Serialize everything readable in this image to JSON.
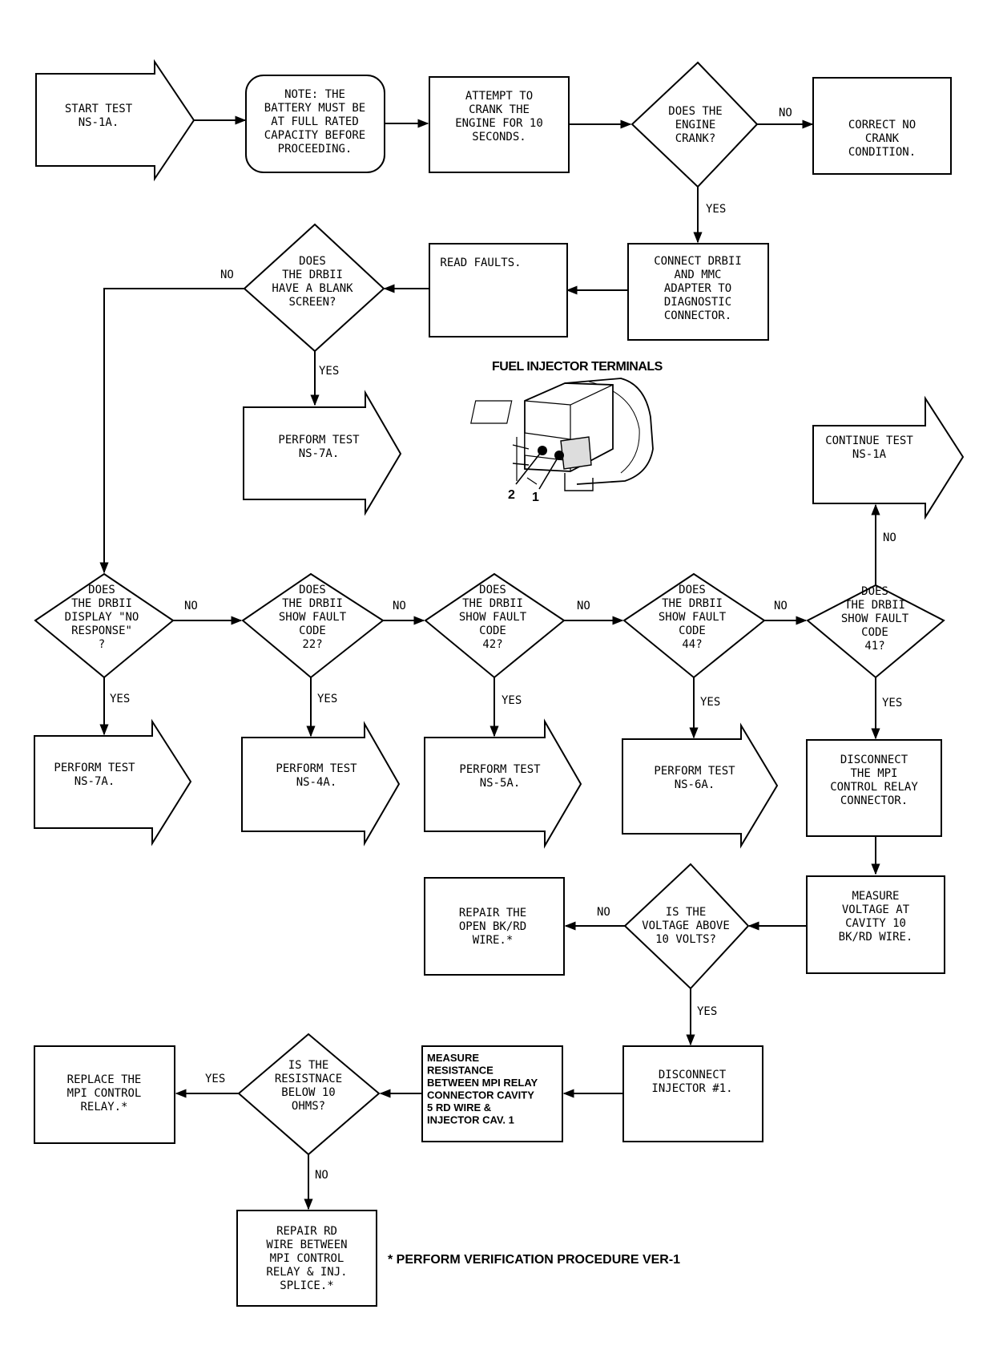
{
  "nodes": {
    "start": [
      "START TEST",
      "NS-1A."
    ],
    "battery_note": [
      "NOTE: THE",
      "BATTERY MUST BE",
      "AT FULL RATED",
      "CAPACITY BEFORE",
      "PROCEEDING."
    ],
    "attempt_crank": [
      "ATTEMPT TO",
      "CRANK THE",
      "ENGINE FOR 10",
      "SECONDS."
    ],
    "engine_crank_q": [
      "DOES THE",
      "ENGINE",
      "CRANK?"
    ],
    "correct_no_crank": [
      "CORRECT NO",
      "CRANK",
      "CONDITION."
    ],
    "connect_drbii": [
      "CONNECT DRBII",
      "AND MMC",
      "ADAPTER TO",
      "DIAGNOSTIC",
      "CONNECTOR."
    ],
    "read_faults": [
      "READ FAULTS."
    ],
    "blank_screen_q": [
      "DOES",
      "THE DRBII",
      "HAVE A BLANK",
      "SCREEN?"
    ],
    "perform_7a_top": [
      "PERFORM TEST",
      "NS-7A."
    ],
    "continue_test": [
      "CONTINUE TEST",
      "NS-1A"
    ],
    "no_response_q": [
      "DOES",
      "THE DRBII",
      "DISPLAY \"NO",
      "RESPONSE\"",
      "?"
    ],
    "fault22_q": [
      "DOES",
      "THE DRBII",
      "SHOW FAULT",
      "CODE",
      "22?"
    ],
    "fault42_q": [
      "DOES",
      "THE DRBII",
      "SHOW FAULT",
      "CODE",
      "42?"
    ],
    "fault44_q": [
      "DOES",
      "THE DRBII",
      "SHOW FAULT",
      "CODE",
      "44?"
    ],
    "fault41_q": [
      "DOES",
      "THE DRBII",
      "SHOW FAULT",
      "CODE",
      "41?"
    ],
    "perform_7a": [
      "PERFORM TEST",
      "NS-7A."
    ],
    "perform_4a": [
      "PERFORM TEST",
      "NS-4A."
    ],
    "perform_5a": [
      "PERFORM TEST",
      "NS-5A."
    ],
    "perform_6a": [
      "PERFORM TEST",
      "NS-6A."
    ],
    "disconnect_relay": [
      "DISCONNECT",
      "THE MPI",
      "CONTROL RELAY",
      "CONNECTOR."
    ],
    "measure_voltage": [
      "MEASURE",
      "VOLTAGE AT",
      "CAVITY 10",
      "BK/RD WIRE."
    ],
    "voltage_q": [
      "IS THE",
      "VOLTAGE ABOVE",
      "10 VOLTS?"
    ],
    "repair_open": [
      "REPAIR THE",
      "OPEN BK/RD",
      "WIRE.*"
    ],
    "disconnect_injector": [
      "DISCONNECT",
      "INJECTOR #1."
    ],
    "measure_resistance": [
      "MEASURE",
      "RESISTANCE",
      "BETWEEN MPI RELAY",
      "CONNECTOR CAVITY",
      "5 RD WIRE &",
      "INJECTOR CAV. 1"
    ],
    "resistance_q": [
      "IS THE",
      "RESISTNACE",
      "BELOW 10",
      "OHMS?"
    ],
    "replace_relay": [
      "REPLACE THE",
      "MPI CONTROL",
      "RELAY.*"
    ],
    "repair_rd": [
      "REPAIR RD",
      "WIRE BETWEEN",
      "MPI CONTROL",
      "RELAY & INJ.",
      "SPLICE.*"
    ]
  },
  "edge_labels": {
    "yes": "YES",
    "no": "NO"
  },
  "figure": {
    "title": "FUEL INJECTOR TERMINALS",
    "terminal_1": "1",
    "terminal_2": "2"
  },
  "footnote": "* PERFORM VERIFICATION PROCEDURE VER-1"
}
